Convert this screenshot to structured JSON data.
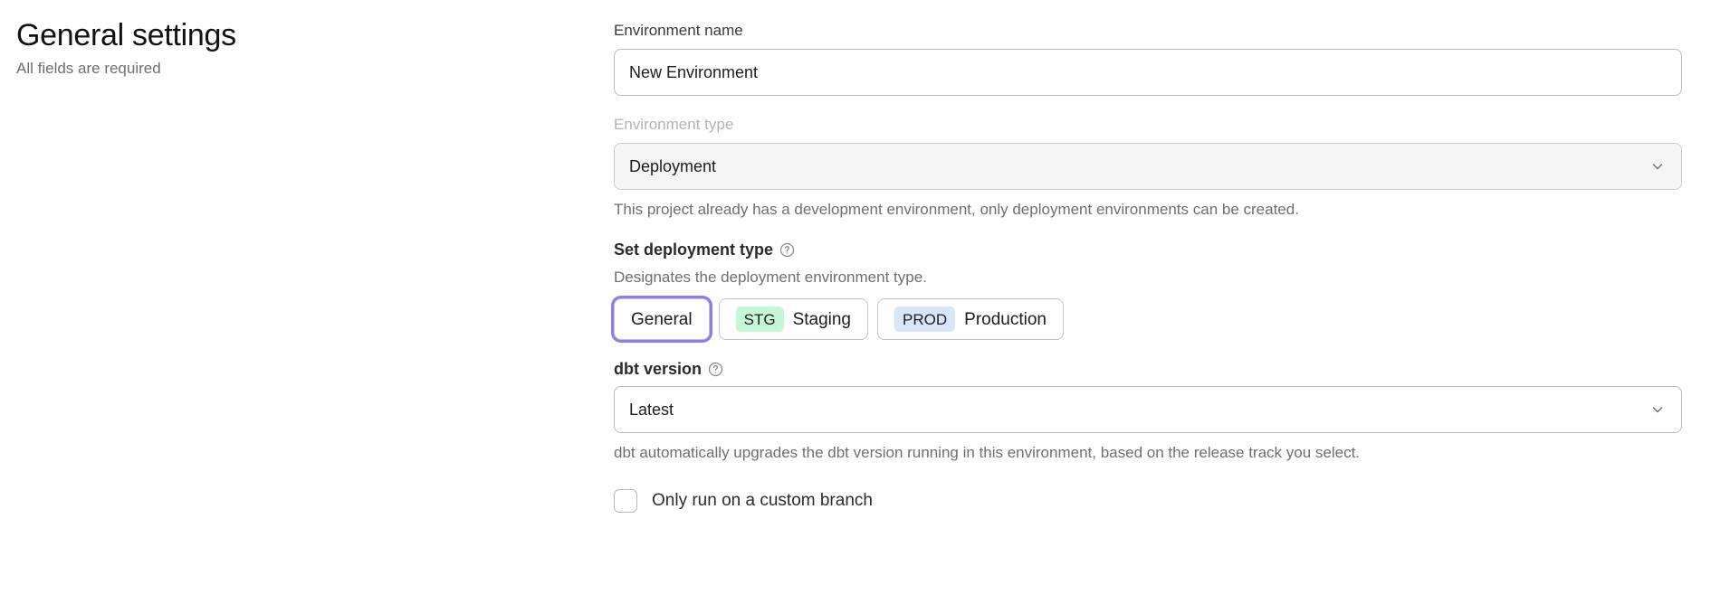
{
  "header": {
    "title": "General settings",
    "subtitle": "All fields are required"
  },
  "form": {
    "environment_name": {
      "label": "Environment name",
      "value": "New Environment",
      "placeholder": "New Environment"
    },
    "environment_type": {
      "label": "Environment type",
      "value": "Deployment",
      "helper": "This project already has a development environment, only deployment environments can be created.",
      "chevron_icon": "chevron-down-icon",
      "disabled": true
    },
    "deployment_type": {
      "heading": "Set deployment type",
      "help_icon": "question-circle-icon",
      "description": "Designates the deployment environment type.",
      "options": [
        {
          "label": "General",
          "badge": null,
          "badge_color": "",
          "selected": true
        },
        {
          "label": "Staging",
          "badge": "STG",
          "badge_color": "#c6f6d5",
          "selected": false
        },
        {
          "label": "Production",
          "badge": "PROD",
          "badge_color": "#d7e6f8",
          "selected": false
        }
      ]
    },
    "dbt_version": {
      "label": "dbt version",
      "help_icon": "question-circle-icon",
      "value": "Latest",
      "helper": "dbt automatically upgrades the dbt version running in this environment, based on the release track you select.",
      "chevron_icon": "chevron-down-icon"
    },
    "custom_branch": {
      "label": "Only run on a custom branch",
      "checked": false
    }
  },
  "colors": {
    "focus_ring": "#8b7cf6",
    "staging_badge": "#c6f6d5",
    "production_badge": "#d7e6f8",
    "border": "#b9b9bd",
    "muted_text": "#6e6e73"
  }
}
